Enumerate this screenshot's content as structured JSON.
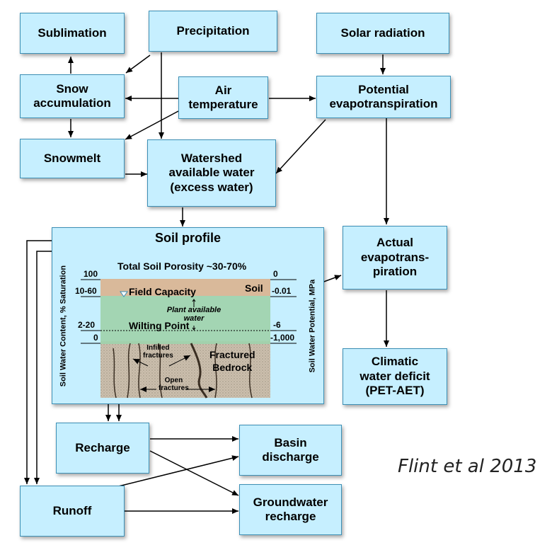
{
  "boxes": {
    "sublimation": "Sublimation",
    "precipitation": "Precipitation",
    "solar_radiation": "Solar radiation",
    "snow_accumulation": "Snow\naccumulation",
    "air_temperature": "Air\ntemperature",
    "potential_et": "Potential\nevapotranspiration",
    "snowmelt": "Snowmelt",
    "watershed_water": "Watershed\navailable water\n(excess water)",
    "actual_et": "Actual\nevapotrans-\npiration",
    "climatic_deficit": "Climatic\nwater deficit\n(PET-AET)",
    "recharge": "Recharge",
    "basin_discharge": "Basin\ndischarge",
    "runoff": "Runoff",
    "groundwater_recharge": "Groundwater\nrecharge"
  },
  "soil_profile": {
    "title": "Soil profile",
    "porosity": "Total Soil Porosity ~30-70%",
    "field_capacity": "Field Capacity",
    "soil": "Soil",
    "plant_available": "Plant available\nwater",
    "wilting_point": "Wilting Point",
    "infilled": "Infilled\nfractures",
    "fractured": "Fractured\nBedrock",
    "open_fractures": "Open\nfractures",
    "left_axis": "Soil Water Content, % Saturation",
    "right_axis": "Soil Water Potential, MPa",
    "left_ticks": [
      "100",
      "10-60",
      "2-20",
      "0"
    ],
    "right_ticks": [
      "0",
      "-0.01",
      "-6",
      "-1,000"
    ]
  },
  "citation": "Flint et al 2013",
  "colors": {
    "box_fill": "#c6efff",
    "soil_brown": "#d9b99a",
    "plant_water_green": "#9fd3ad",
    "bedrock": "#cbbfae"
  }
}
